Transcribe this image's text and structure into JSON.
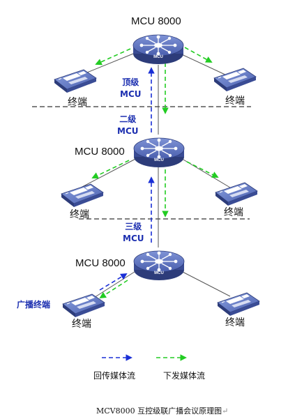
{
  "colors": {
    "return_stream": "#1a2fd6",
    "downlink_stream": "#22cc22",
    "level_label": "#1c2fb0",
    "mcu_body": "#4a5fae",
    "terminal_body": "#4a5fae",
    "divider": "#333333"
  },
  "icons": {
    "mcu": "router-disc-icon",
    "terminal": "video-terminal-icon"
  },
  "diagram": {
    "top_mcu_label": "MCU 8000",
    "mid_mcu_label": "MCU 8000",
    "bottom_mcu_label": "MCU 8000",
    "device_badge": "MCU",
    "terminal_label": "终端",
    "top_level_label": [
      "顶级",
      "MCU"
    ],
    "second_level_label": [
      "二级",
      "MCU"
    ],
    "third_level_label": [
      "三级",
      "MCU"
    ],
    "broadcast_terminal_label": "广播终端"
  },
  "legend": {
    "return_stream": "回传媒体流",
    "downlink_stream": "下发媒体流"
  },
  "caption": {
    "text": "MCV8000 互控级联广播会议原理图",
    "trailing_mark": "↵"
  }
}
